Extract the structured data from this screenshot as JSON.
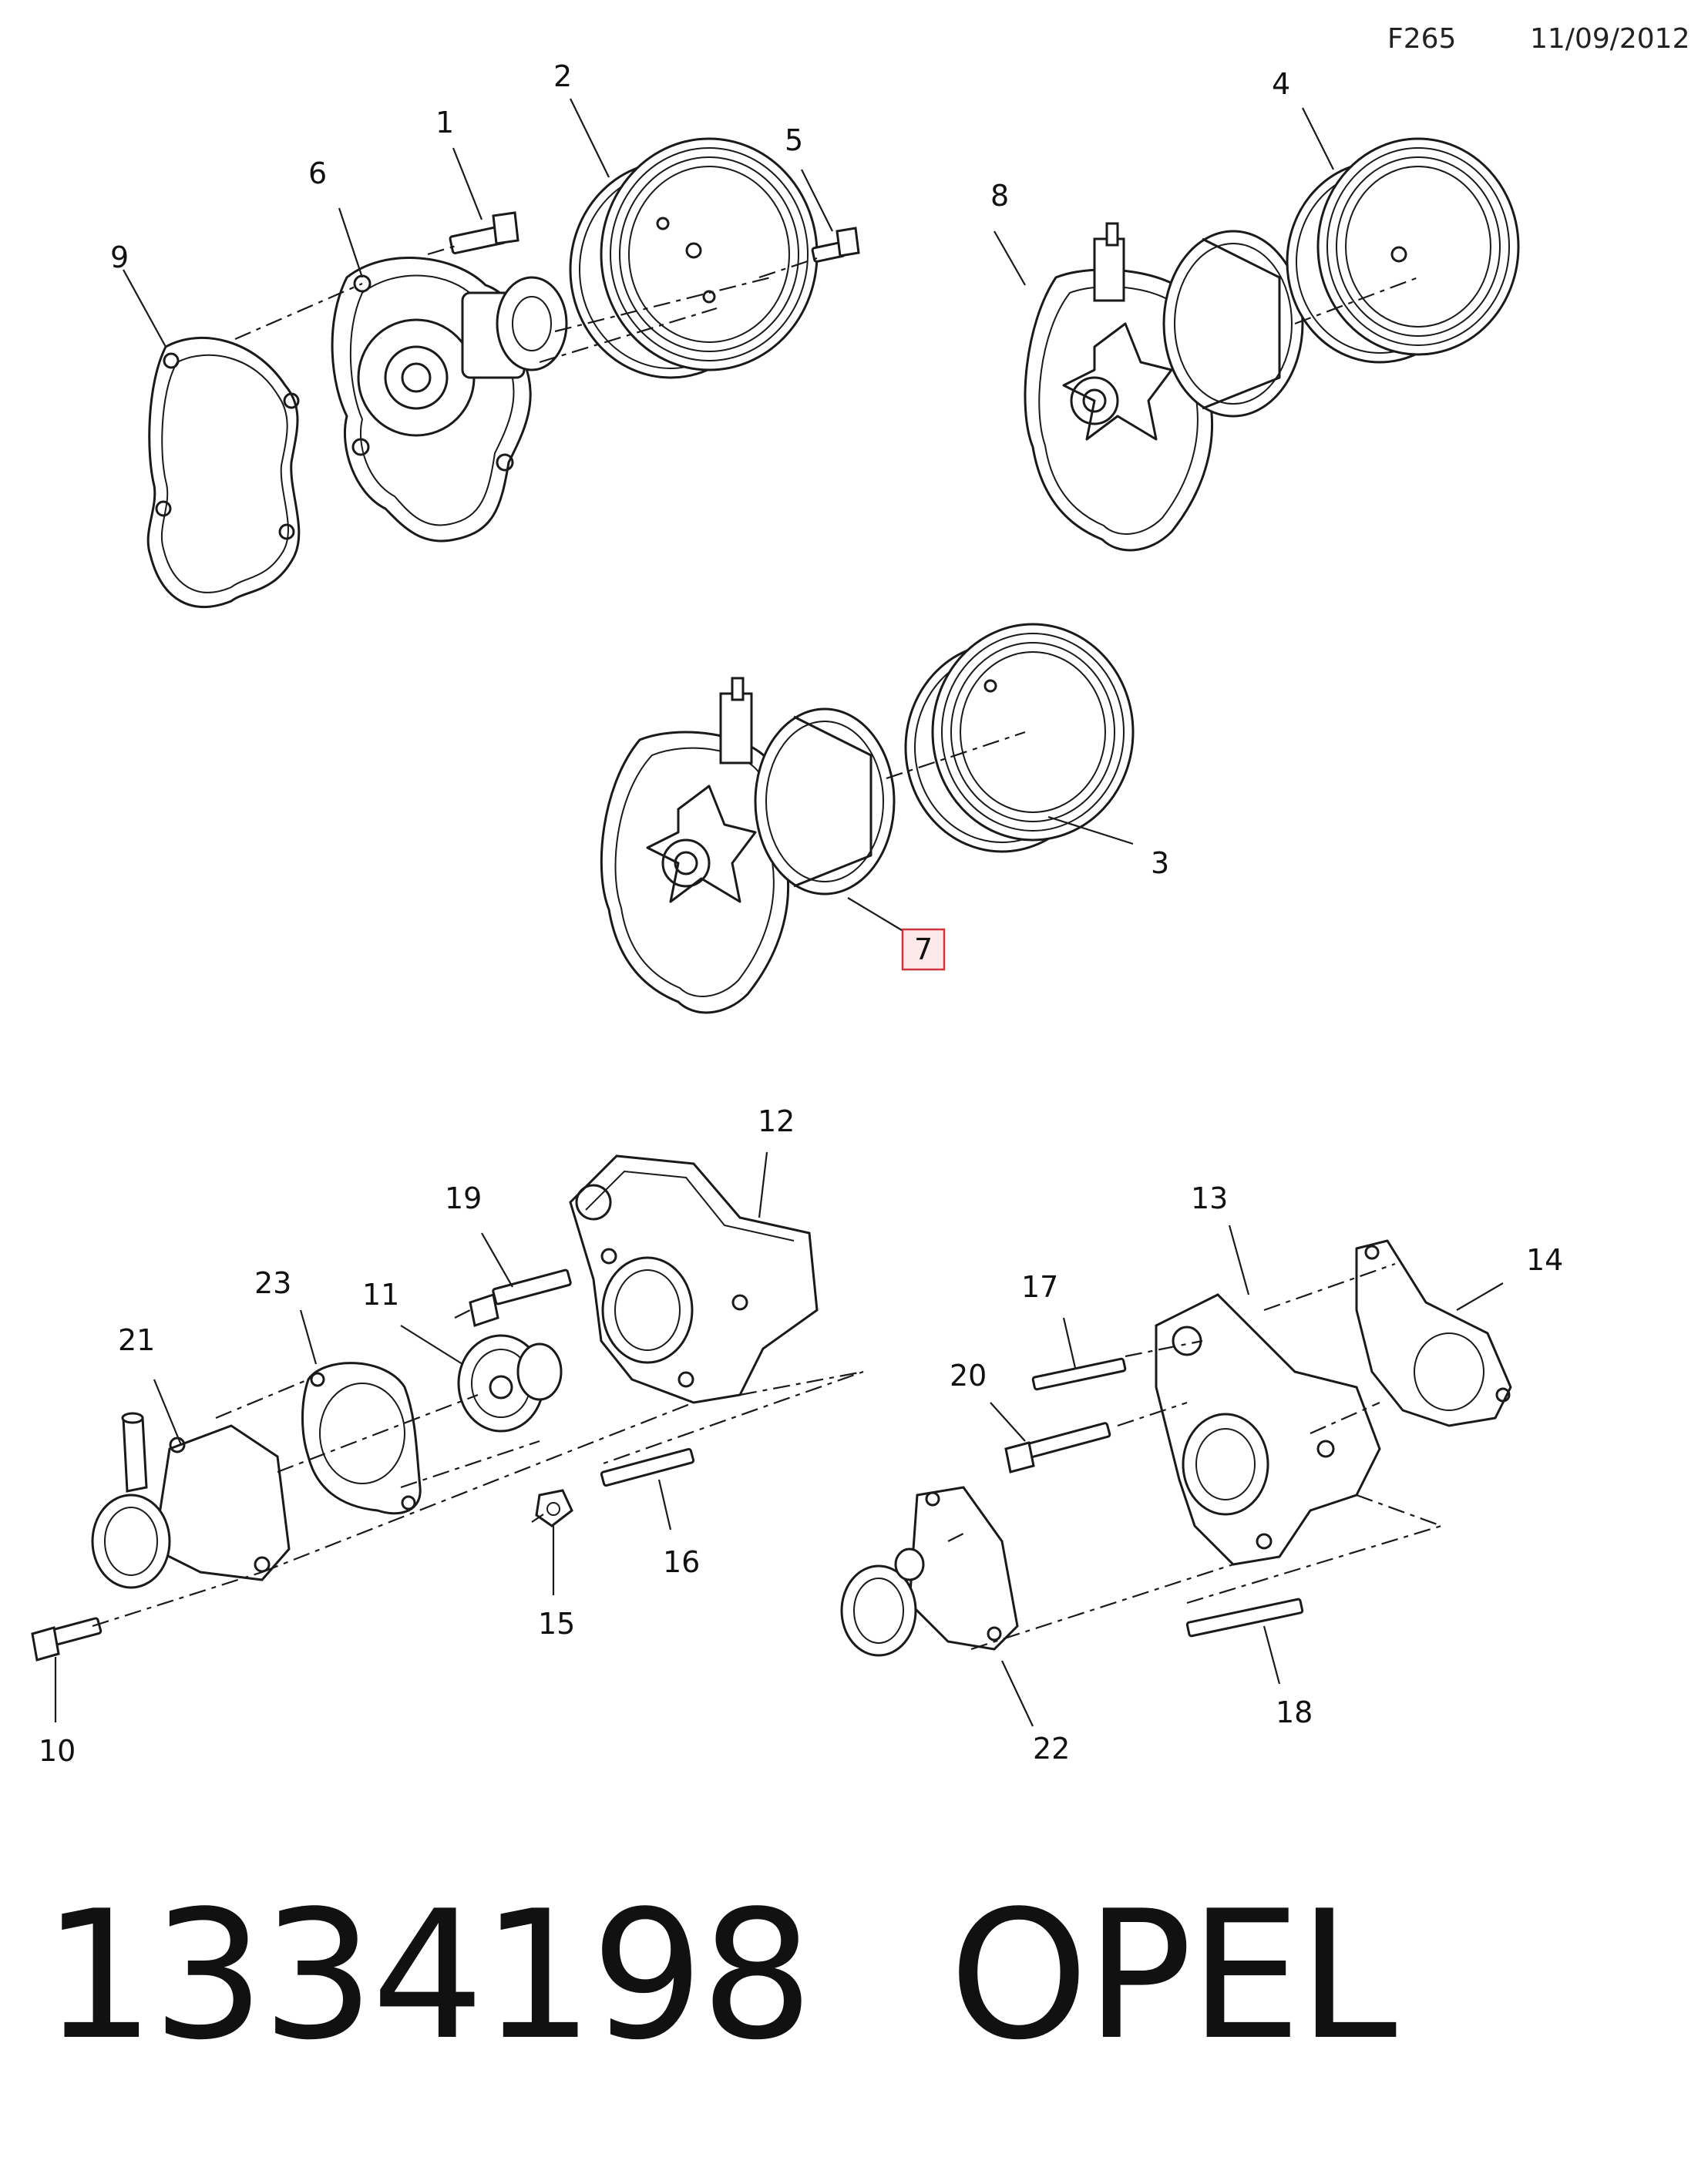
{
  "header": {
    "code": "F265",
    "date": "11/09/2012"
  },
  "callouts": [
    {
      "id": "c1",
      "label": "1"
    },
    {
      "id": "c2",
      "label": "2"
    },
    {
      "id": "c3",
      "label": "3"
    },
    {
      "id": "c4",
      "label": "4"
    },
    {
      "id": "c5",
      "label": "5"
    },
    {
      "id": "c6",
      "label": "6"
    },
    {
      "id": "c7",
      "label": "7",
      "highlighted": true
    },
    {
      "id": "c8",
      "label": "8"
    },
    {
      "id": "c9",
      "label": "9"
    },
    {
      "id": "c10",
      "label": "10"
    },
    {
      "id": "c11",
      "label": "11"
    },
    {
      "id": "c12",
      "label": "12"
    },
    {
      "id": "c13",
      "label": "13"
    },
    {
      "id": "c14",
      "label": "14"
    },
    {
      "id": "c15",
      "label": "15"
    },
    {
      "id": "c16",
      "label": "16"
    },
    {
      "id": "c17",
      "label": "17"
    },
    {
      "id": "c18",
      "label": "18"
    },
    {
      "id": "c19",
      "label": "19"
    },
    {
      "id": "c20",
      "label": "20"
    },
    {
      "id": "c21",
      "label": "21"
    },
    {
      "id": "c22",
      "label": "22"
    },
    {
      "id": "c23",
      "label": "23"
    }
  ],
  "highlight_color": "#d0343f",
  "footer": {
    "part_number": "1334198",
    "brand": "OPEL"
  }
}
